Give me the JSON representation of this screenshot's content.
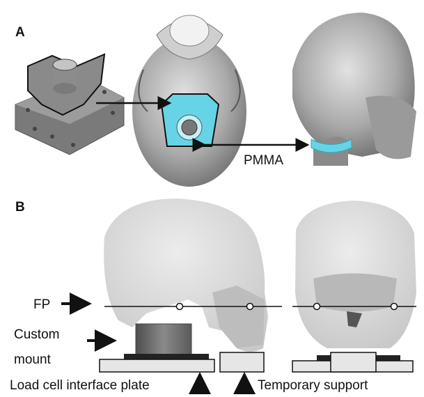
{
  "figure": {
    "panel_a": {
      "label": "A",
      "callout": "PMMA"
    },
    "panel_b": {
      "label": "B",
      "fp_label": "FP",
      "mount_label_line1": "Custom",
      "mount_label_line2": "mount",
      "plate_label": "Load cell interface plate",
      "support_label": "Temporary support"
    },
    "colors": {
      "bone": "#a9a9a9",
      "bone_light": "#d6d6d6",
      "pmma": "#66d4e6",
      "mount": "#6e6e6e",
      "plate": "#e6e6e6",
      "outline": "#111111"
    }
  }
}
